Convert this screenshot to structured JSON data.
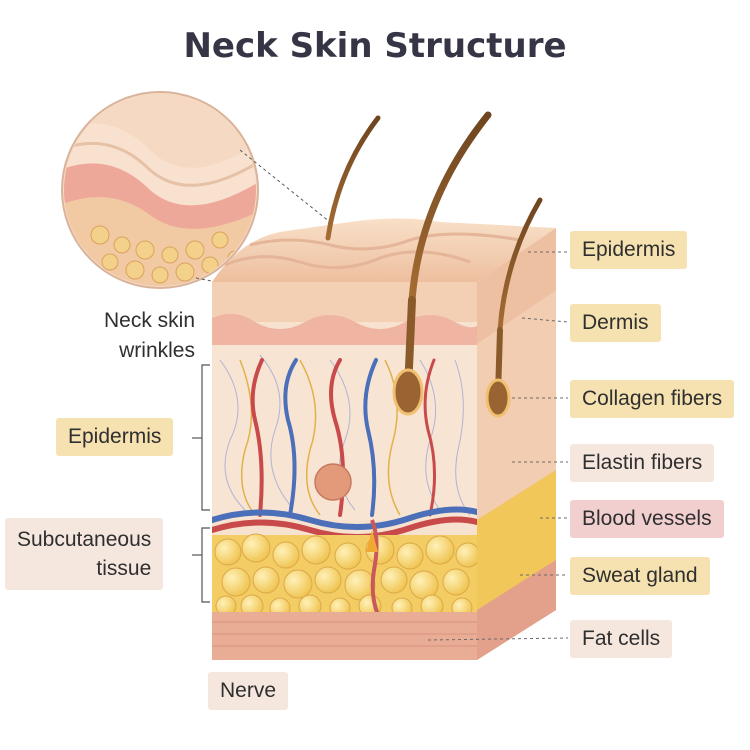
{
  "title": "Neck Skin Structure",
  "colors": {
    "label_yellow": "#f6e2b0",
    "label_peach": "#f6e7de",
    "label_pink": "#f2cfcf",
    "skin_surface": "#f3d2b6",
    "dermis": "#f6dcc6",
    "fat": "#f5d36a",
    "blood_red": "#c94a4a",
    "vein_blue": "#4b6fb8",
    "hair": "#8a5a2b"
  },
  "labels": {
    "right": {
      "epidermis": "Epidermis",
      "dermis": "Dermis",
      "collagen": "Collagen fibers",
      "elastin": "Elastin fibers",
      "blood_vessels": "Blood vessels",
      "sweat_gland": "Sweat gland",
      "fat_cells": "Fat cells"
    },
    "left": {
      "wrinkles_line1": "Neck skin",
      "wrinkles_line2": "wrinkles",
      "epidermis": "Epidermis",
      "subcutaneous_line1": "Subcutaneous",
      "subcutaneous_line2": "tissue",
      "nerve": "Nerve"
    }
  }
}
